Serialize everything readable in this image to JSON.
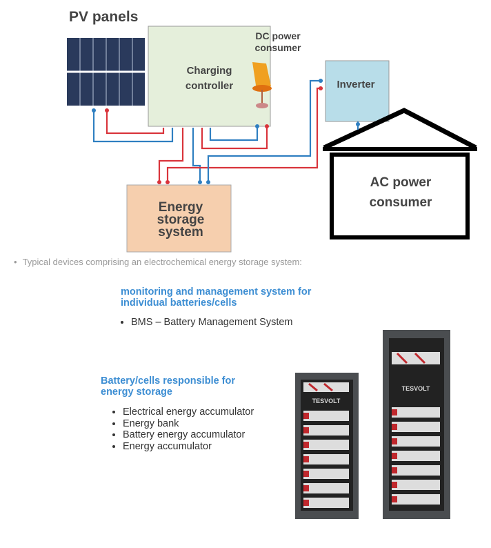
{
  "diagram": {
    "pv_panels": "PV panels",
    "charging_controller": [
      "Charging",
      "controller"
    ],
    "dc_consumer": [
      "DC power",
      "consumer"
    ],
    "inverter": "Inverter",
    "ac_consumer": [
      "AC power",
      "consumer"
    ],
    "energy_storage": [
      "Energy",
      "storage",
      "system"
    ],
    "colors": {
      "controller": "#e5efdb",
      "inverter": "#b8dde9",
      "storage": "#f6cfae",
      "wire_positive": "#d9343b",
      "wire_negative": "#2f7fc1"
    }
  },
  "intro_bullet": "Typical devices comprising an electrochemical energy storage system:",
  "bms": {
    "heading": [
      "monitoring and management system for",
      "individual batteries/cells"
    ],
    "items": [
      "BMS – Battery Management System"
    ]
  },
  "battery": {
    "heading": [
      "Battery/cells responsible for",
      "energy storage"
    ],
    "items": [
      "Electrical energy accumulator",
      "Energy bank",
      "Battery energy accumulator",
      "Energy accumulator"
    ],
    "rack_brand": "TESVOLT"
  }
}
